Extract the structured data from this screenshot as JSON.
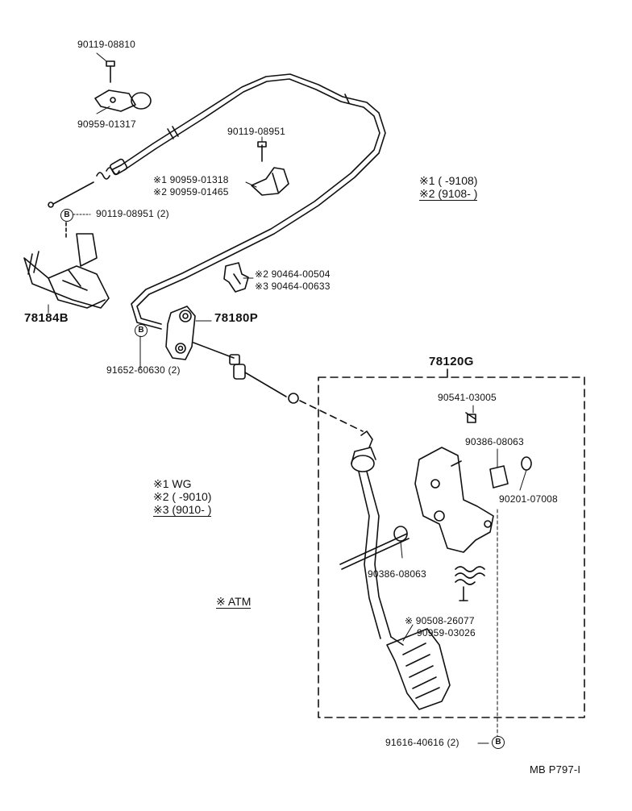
{
  "bolt_marker": "B",
  "parts": {
    "p1": "90119-08810",
    "p2": "90959-01317",
    "p3": "90119-08951",
    "p4_a": "※1 90959-01318",
    "p4_b": "※2 90959-01465",
    "p5": "90119-08951 (2)",
    "p6": "78184B",
    "p7_a": "※2 90464-00504",
    "p7_b": "※3 90464-00633",
    "p8": "78180P",
    "p9": "91652-60630 (2)",
    "p10": "78120G",
    "p11": "90541-03005",
    "p12": "90386-08063",
    "p13": "90201-07008",
    "p14": "90386-08063",
    "p15_a": "※ 90508-26077",
    "p15_b": "90959-03026",
    "p16": "91616-40616 (2)"
  },
  "notes": {
    "cable_ranges": {
      "r1": "※1 (        -9108)",
      "r2": "※2 (9108-          )"
    },
    "model_codes": {
      "c1": "※1 WG",
      "c2": "※2 (        -9010)",
      "c3": "※3 (9010-          )"
    },
    "atm": "※ ATM"
  },
  "footer": {
    "ref": "MB  P797-I"
  }
}
